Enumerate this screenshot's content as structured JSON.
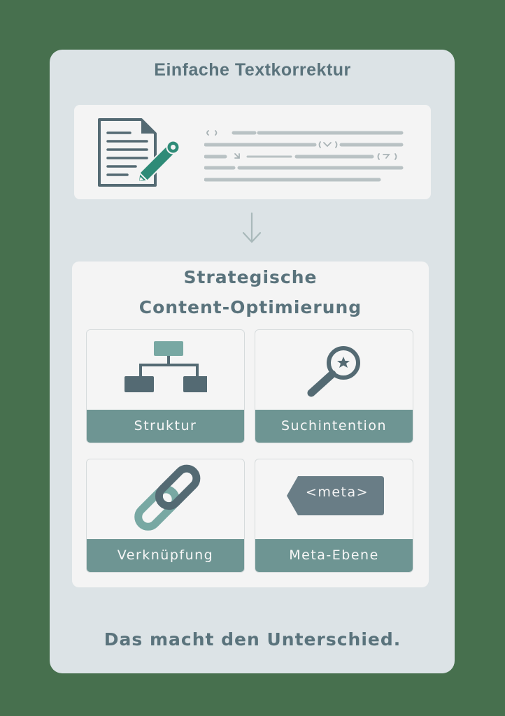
{
  "title": "Einfache Textkorrektur",
  "simple_card": {
    "icon": "document-edit-icon",
    "text_placeholder_lines": 5,
    "marks": [
      "( )",
      "( v )",
      "↘",
      "( ¶ )"
    ]
  },
  "arrow": {
    "icon": "arrow-down-icon"
  },
  "strategic": {
    "title_line1": "Strategische",
    "title_line2": "Content-Optimierung",
    "tiles": [
      {
        "label": "Struktur",
        "icon": "hierarchy-icon"
      },
      {
        "label": "Suchintention",
        "icon": "search-star-icon"
      },
      {
        "label": "Verknüpfung",
        "icon": "link-chain-icon"
      },
      {
        "label": "Meta-Ebene",
        "icon": "meta-tag-icon",
        "tag_text": "<meta>"
      }
    ]
  },
  "footer": "Das macht den Unterschied.",
  "colors": {
    "background": "#47704E",
    "panel": "#DCE3E6",
    "card": "#F4F4F4",
    "text": "#5A737C",
    "accent_teal": "#6E9593",
    "dark_slate": "#546A73",
    "pen_green": "#2E8B77",
    "light_teal": "#78A8A3"
  }
}
